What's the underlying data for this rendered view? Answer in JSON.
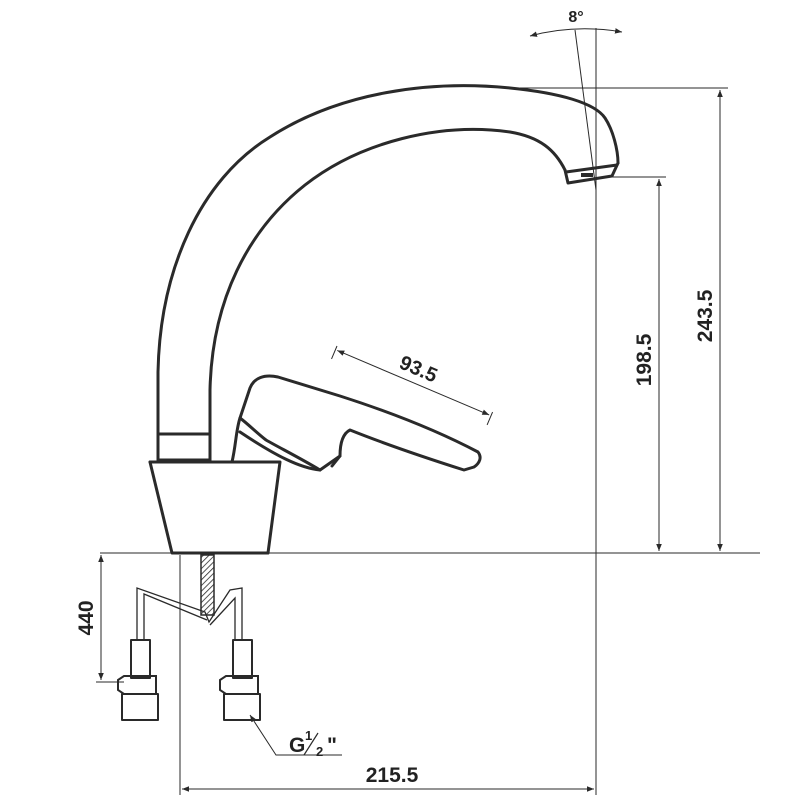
{
  "dimensions": {
    "spout_angle": "8°",
    "overall_height": "243.5",
    "spout_height": "198.5",
    "lever_length": "93.5",
    "hose_length": "440",
    "thread_prefix": "G",
    "thread_num": "1",
    "thread_den": "2",
    "thread_suffix": "\"",
    "overall_reach": "215.5"
  },
  "colors": {
    "line": "#2a2a2a",
    "background": "#ffffff"
  }
}
